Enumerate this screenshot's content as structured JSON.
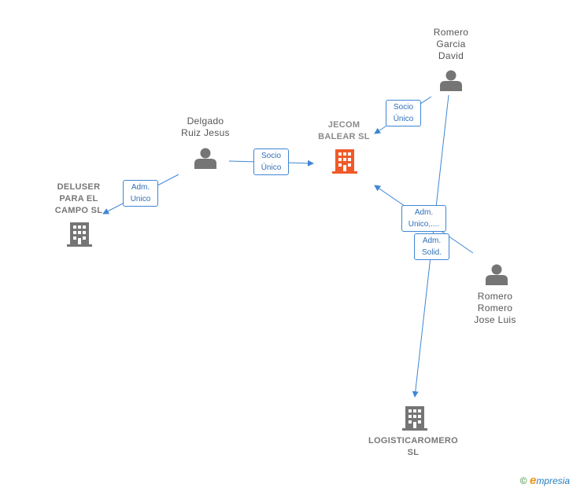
{
  "colors": {
    "edge": "#3f86d4",
    "person_icon": "#757575",
    "company_icon": "#757575",
    "company_main_icon": "#f05a28"
  },
  "nodes": {
    "jecom": {
      "label": "JECOM\nBALEAR SL",
      "icon": "building-icon"
    },
    "deluser": {
      "label": "DELUSER\nPARA EL\nCAMPO SL",
      "icon": "building-icon"
    },
    "logisticaromero": {
      "label": "LOGISTICAROMERO\nSL",
      "icon": "building-icon"
    },
    "delgado": {
      "label": "Delgado\nRuiz Jesus",
      "icon": "person-icon"
    },
    "romero_garcia": {
      "label": "Romero\nGarcia\nDavid",
      "icon": "person-icon"
    },
    "romero_romero": {
      "label": "Romero\nRomero\nJose Luis",
      "icon": "person-icon"
    }
  },
  "edges": {
    "delgado_jecom": "Socio\nÚnico",
    "delgado_deluser": "Adm.\nUnico",
    "garcia_jecom": "Socio\nÚnico",
    "romero_jecom": "Adm.\nUnico,....",
    "garcia_logistica": "Adm.\nSolid."
  },
  "footer": {
    "copyright": "©",
    "brand_initial": "e",
    "brand_rest": "mpresia"
  }
}
